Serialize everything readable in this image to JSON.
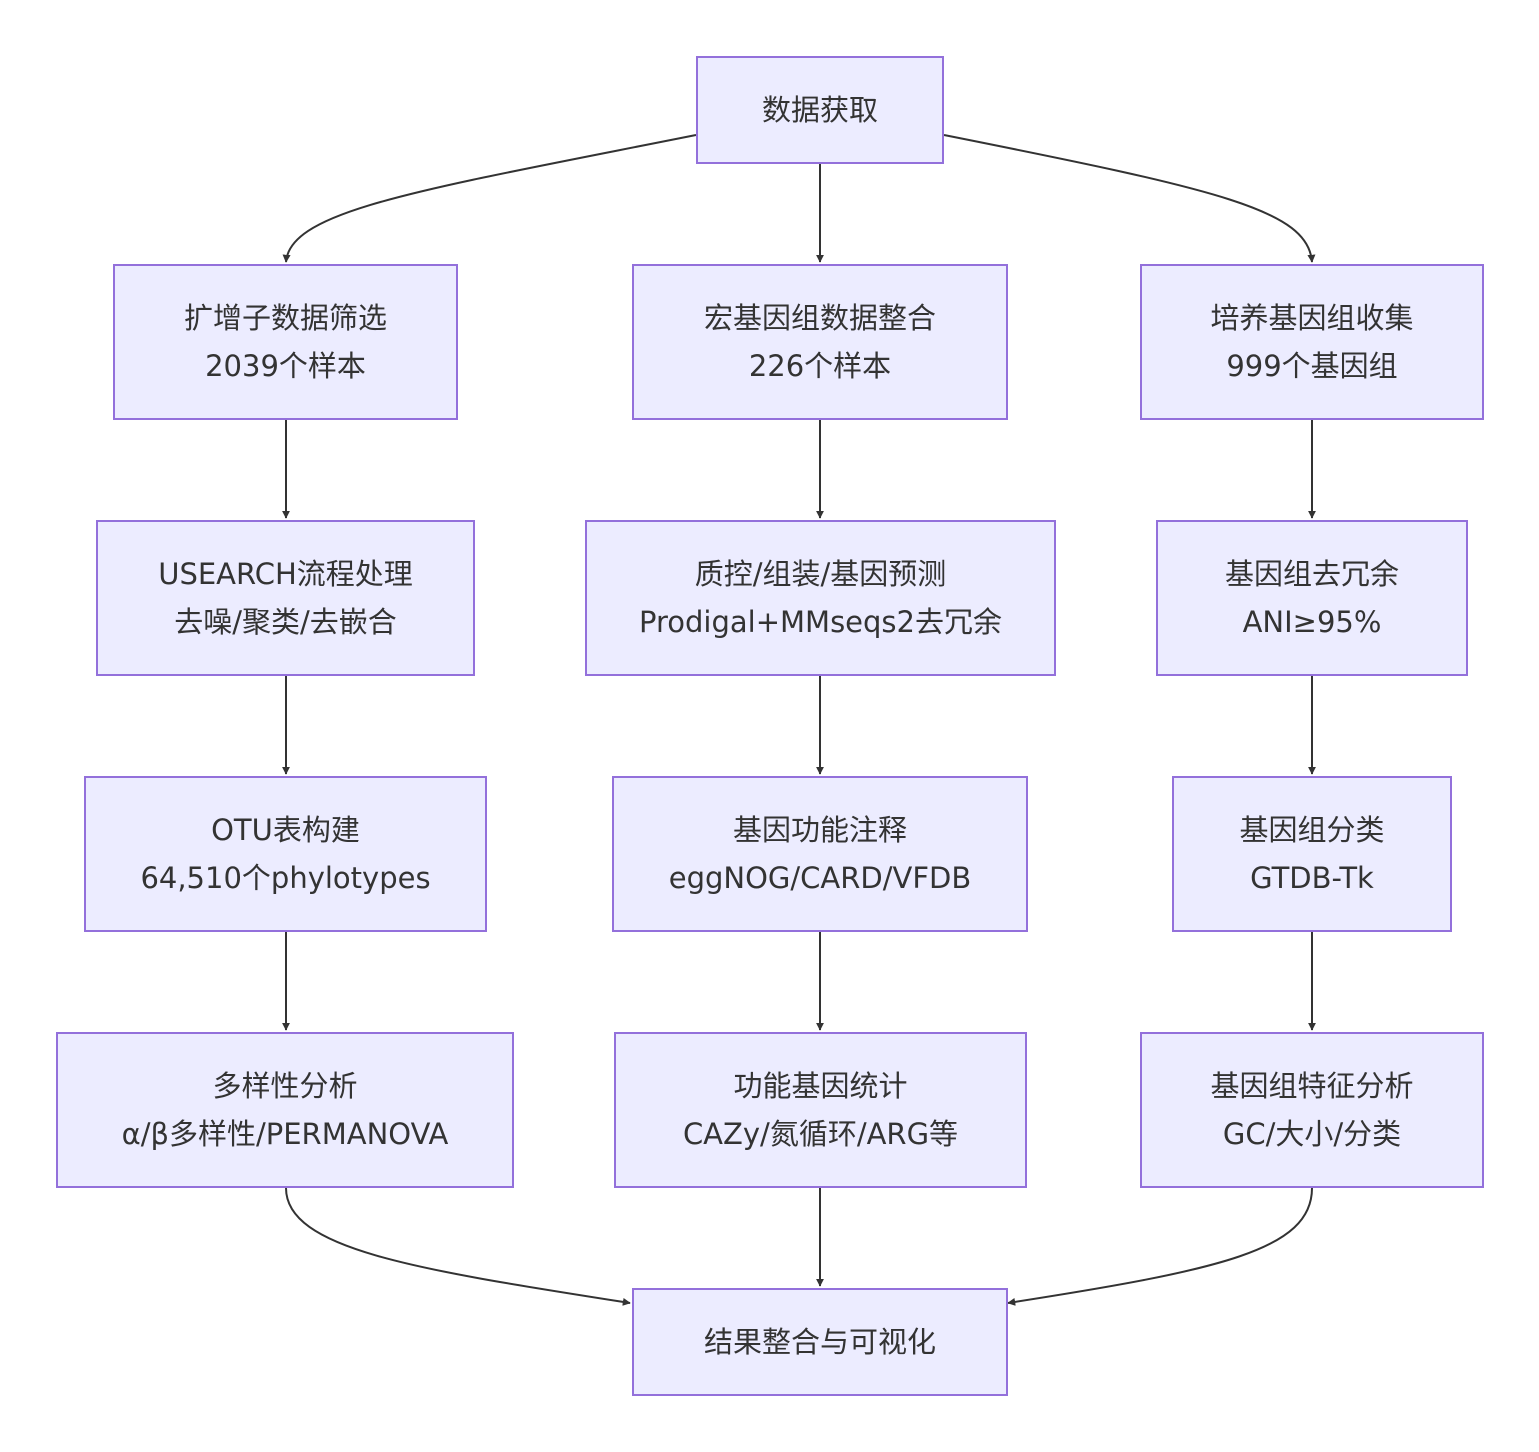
{
  "nodes": {
    "start": {
      "l1": "数据获取"
    },
    "amp1": {
      "l1": "扩增子数据筛选",
      "l2": "2039个样本"
    },
    "amp2": {
      "l1": "USEARCH流程处理",
      "l2": "去噪/聚类/去嵌合"
    },
    "amp3": {
      "l1": "OTU表构建",
      "l2": "64,510个phylotypes"
    },
    "amp4": {
      "l1": "多样性分析",
      "l2": "α/β多样性/PERMANOVA"
    },
    "meta1": {
      "l1": "宏基因组数据整合",
      "l2": "226个样本"
    },
    "meta2": {
      "l1": "质控/组装/基因预测",
      "l2": "Prodigal+MMseqs2去冗余"
    },
    "meta3": {
      "l1": "基因功能注释",
      "l2": "eggNOG/CARD/VFDB"
    },
    "meta4": {
      "l1": "功能基因统计",
      "l2": "CAZy/氮循环/ARG等"
    },
    "gen1": {
      "l1": "培养基因组收集",
      "l2": "999个基因组"
    },
    "gen2": {
      "l1": "基因组去冗余",
      "l2": "ANI≥95%"
    },
    "gen3": {
      "l1": "基因组分类",
      "l2": "GTDB-Tk"
    },
    "gen4": {
      "l1": "基因组特征分析",
      "l2": "GC/大小/分类"
    },
    "end": {
      "l1": "结果整合与可视化"
    }
  },
  "colors": {
    "node_fill": "#ececff",
    "node_border": "#9370db",
    "edge": "#333333",
    "text": "#333333"
  }
}
